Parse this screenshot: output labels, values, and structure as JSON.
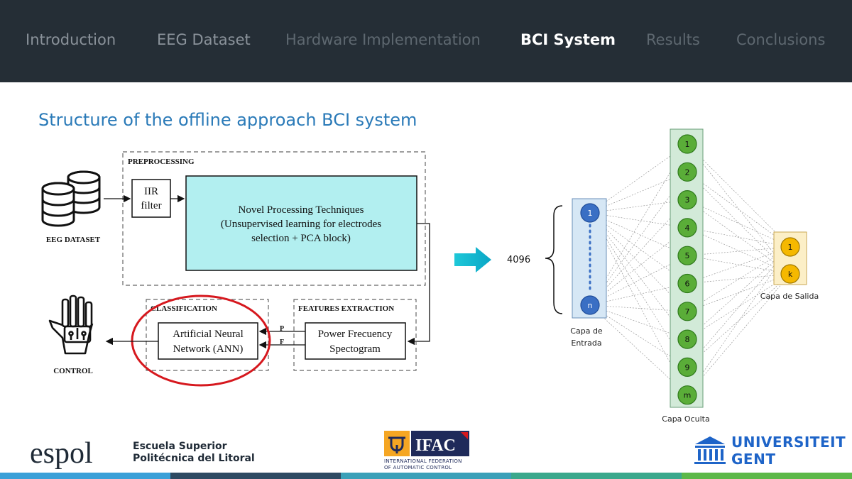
{
  "nav": {
    "tabs": [
      {
        "label": "Introduction"
      },
      {
        "label": "EEG Dataset"
      },
      {
        "label": "Hardware Implementation"
      },
      {
        "label": "BCI System"
      },
      {
        "label": "Results"
      },
      {
        "label": "Conclusions"
      }
    ]
  },
  "slide": {
    "title": "Structure of the offline approach BCI system"
  },
  "flow": {
    "preprocessing_label": "PREPROCESSING",
    "iir_line1": "IIR",
    "iir_line2": "filter",
    "novel_line1": "Novel Processing Techniques",
    "novel_line2": "(Unsupervised learning for electrodes",
    "novel_line3": "selection + PCA block)",
    "eeg_dataset_label": "EEG DATASET",
    "classification_label": "CLASSIFICATION",
    "ann_line1": "Artificial Neural",
    "ann_line2": "Network (ANN)",
    "features_label": "FEATURES EXTRACTION",
    "pfs_line1": "Power Frecuency",
    "pfs_line2": "Spectogram",
    "p_label": "P",
    "f_label": "F",
    "control_label": "CONTROL"
  },
  "network": {
    "input_size": "4096",
    "input_nodes": [
      "1",
      "n"
    ],
    "hidden_nodes": [
      "1",
      "2",
      "3",
      "4",
      "5",
      "6",
      "7",
      "8",
      "9",
      "m"
    ],
    "output_nodes": [
      "1",
      "k"
    ],
    "input_label_line1": "Capa de",
    "input_label_line2": "Entrada",
    "hidden_label": "Capa Oculta",
    "output_label": "Capa de Salida"
  },
  "footer": {
    "espol_logo_text": "espol",
    "espol_line1": "Escuela Superior",
    "espol_line2": "Politécnica del Litoral",
    "ifac_logo_text": "IFAC",
    "ifac_line1": "INTERNATIONAL FEDERATION",
    "ifac_line2": "OF AUTOMATIC CONTROL",
    "gent_line1": "UNIVERSITEIT",
    "gent_line2": "GENT"
  },
  "colors": {
    "topbar": "#252e36",
    "title": "#2a7ab8",
    "block_fill": "#b2eff0",
    "input_node": "#3a6fc4",
    "hidden_node": "#5aad38",
    "output_node": "#f5b800",
    "arrow": "#1ec8d8",
    "highlight": "#d6181e"
  }
}
